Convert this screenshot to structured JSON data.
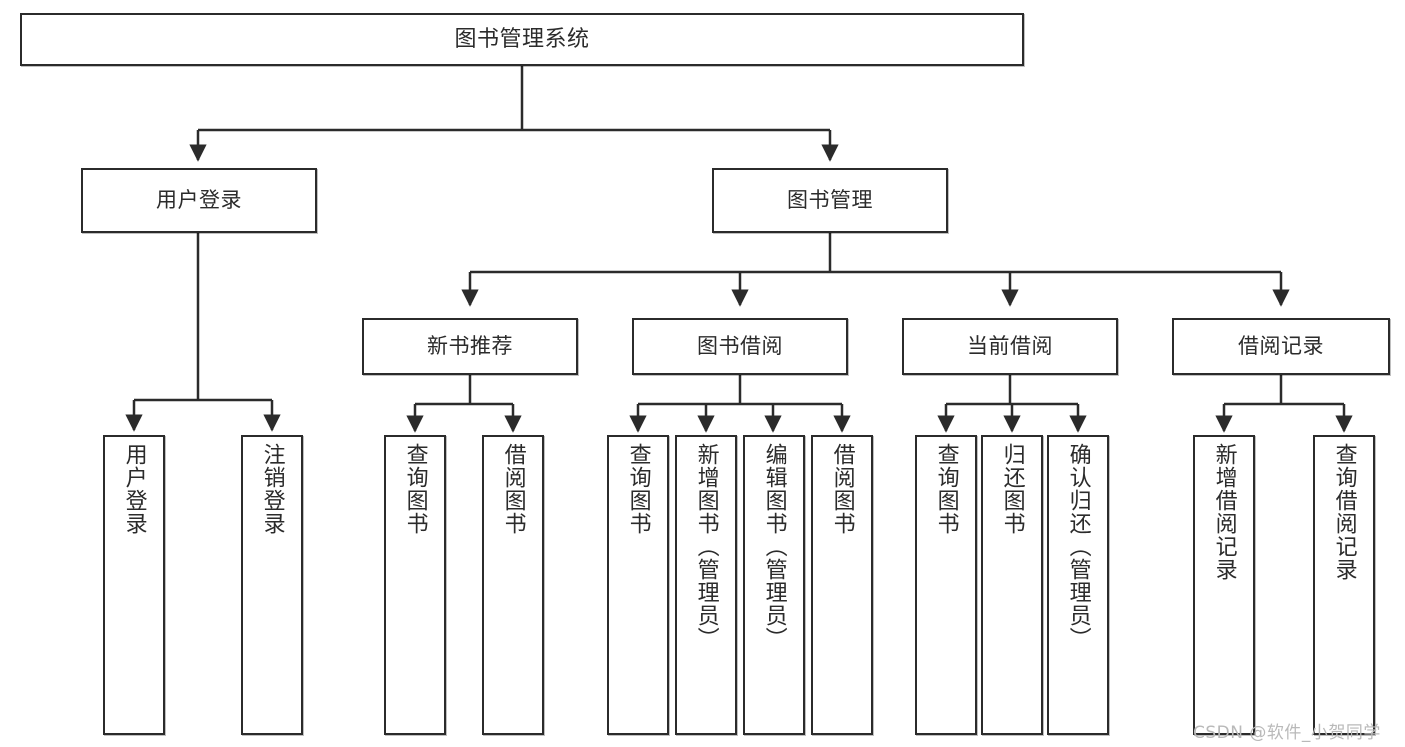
{
  "diagram": {
    "type": "tree-hierarchy-chart",
    "title": "图书管理系统",
    "line_color": "#2b2b2b",
    "box_fill": "#ffffff",
    "text_color": "#2b2b2b",
    "watermark": "CSDN @软件_小贺同学",
    "watermark_color": "#b9b9b9"
  },
  "nodes": {
    "root": {
      "label": "图书管理系统",
      "level": 0
    },
    "user_login": {
      "label": "用户登录",
      "level": 1
    },
    "book_mgmt": {
      "label": "图书管理",
      "level": 1
    },
    "new_book_rec": {
      "label": "新书推荐",
      "level": 2
    },
    "book_borrow": {
      "label": "图书借阅",
      "level": 2
    },
    "current_borrow": {
      "label": "当前借阅",
      "level": 2
    },
    "borrow_record": {
      "label": "借阅记录",
      "level": 2
    }
  },
  "leaves": {
    "user_login": [
      {
        "label": "用户登录"
      },
      {
        "label": "注销登录"
      }
    ],
    "new_book_rec": [
      {
        "label": "查询图书"
      },
      {
        "label": "借阅图书"
      }
    ],
    "book_borrow": [
      {
        "label": "查询图书"
      },
      {
        "label": "新增图书（管理员）"
      },
      {
        "label": "编辑图书（管理员）"
      },
      {
        "label": "借阅图书"
      }
    ],
    "current_borrow": [
      {
        "label": "查询图书"
      },
      {
        "label": "归还图书"
      },
      {
        "label": "确认归还（管理员）"
      }
    ],
    "borrow_record": [
      {
        "label": "新增借阅记录"
      },
      {
        "label": "查询借阅记录"
      }
    ]
  }
}
